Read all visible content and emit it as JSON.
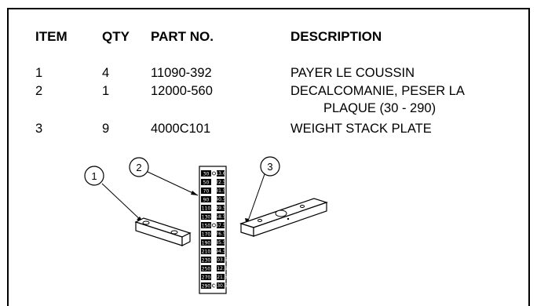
{
  "table": {
    "headers": {
      "item": "ITEM",
      "qty": "QTY",
      "part": "PART NO.",
      "description": "DESCRIPTION"
    },
    "rows": [
      {
        "item": "1",
        "qty": "4",
        "part": "11090-392",
        "description": "PAYER LE COUSSIN"
      },
      {
        "item": "2",
        "qty": "1",
        "part": "12000-560",
        "description": "DECALCOMANIE, PESER LA",
        "description_line2": "PLAQUE (30 - 290)"
      },
      {
        "item": "3",
        "qty": "9",
        "part": "4000C101",
        "description": "WEIGHT STACK PLATE"
      }
    ]
  },
  "callouts": [
    "1",
    "2",
    "3"
  ],
  "decal": {
    "left": [
      "30",
      "50",
      "70",
      "90",
      "110",
      "130",
      "150",
      "170",
      "190",
      "210",
      "230",
      "250",
      "270",
      "290"
    ],
    "right": [
      "13.6",
      "22.5",
      "31.5",
      "40.5",
      "49.5",
      "58.5",
      "67.5",
      "76.5",
      "85.5",
      "94.5",
      "103.5",
      "112.5",
      "121.5",
      "130.5"
    ],
    "dot_rows": [
      0,
      6,
      13
    ]
  }
}
